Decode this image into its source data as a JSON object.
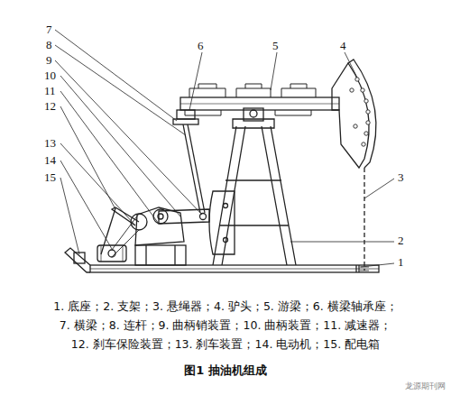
{
  "diagram": {
    "caption": "图1 抽油机组成",
    "labels": [
      "1",
      "2",
      "3",
      "4",
      "5",
      "6",
      "7",
      "8",
      "9",
      "10",
      "11",
      "12",
      "13",
      "14",
      "15",
      "1. 底座；2. 支架；3. 悬绳器；4. 驴头；5. 游梁；6. 横梁轴承座；",
      "7. 横梁；8. 连杆；9. 曲柄销装置；10. 曲柄装置；11. 减速器；",
      "12. 刹车保险装置；13. 刹车装置；14. 电动机；15. 配电箱",
      "龙源期刊网"
    ]
  }
}
